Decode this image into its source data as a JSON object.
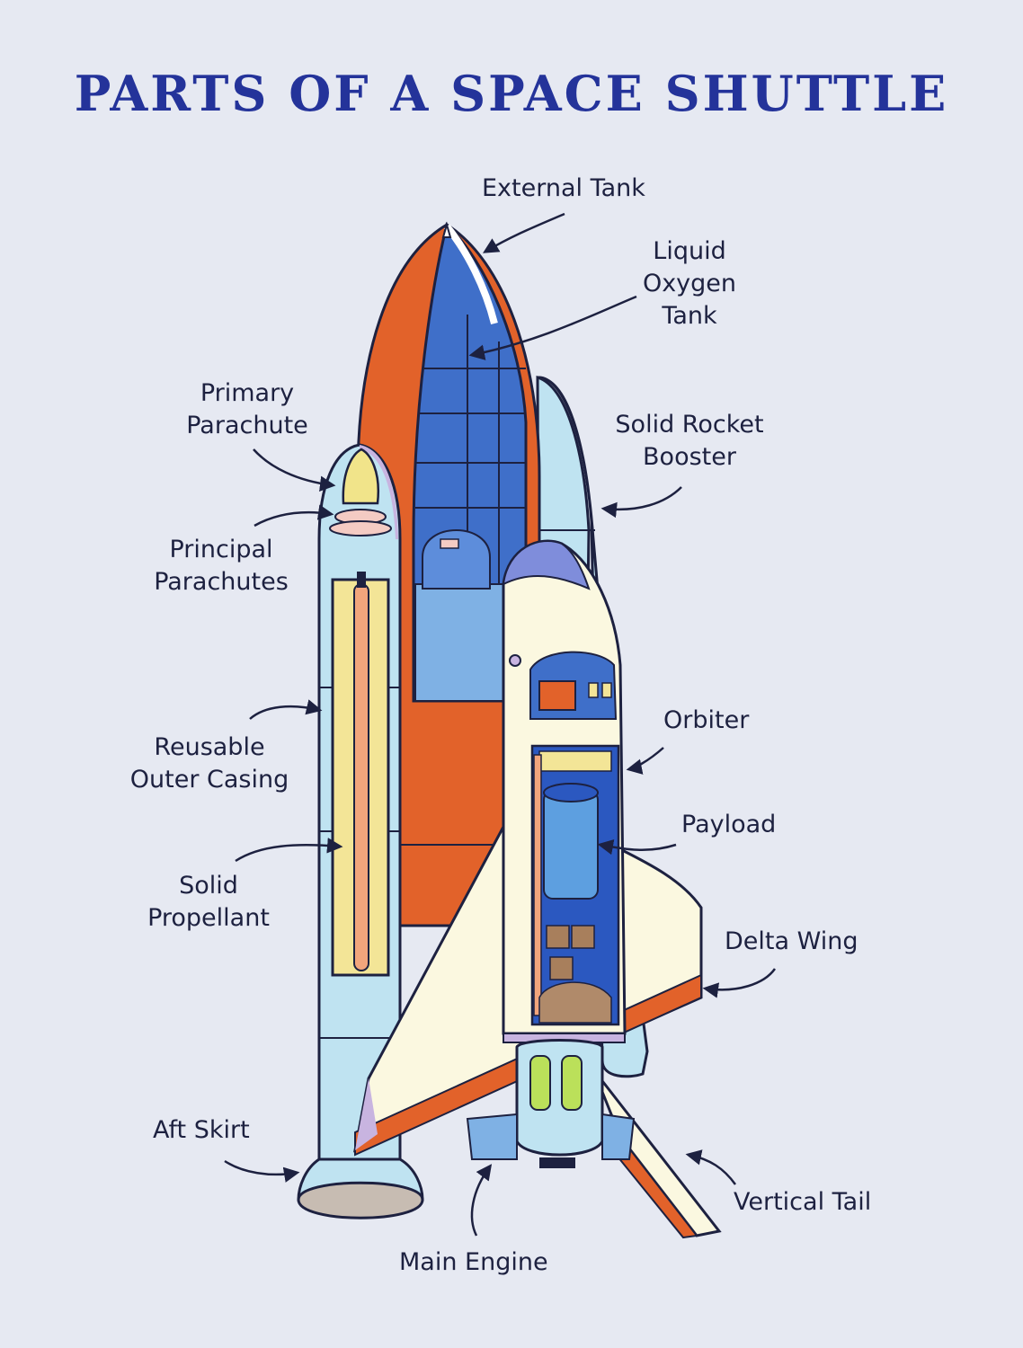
{
  "title": "PARTS OF A SPACE SHUTTLE",
  "colors": {
    "background": "#e6e9f2",
    "title": "#24339a",
    "orange": "#e2622a",
    "tank_blue": "#3f6fc9",
    "booster_blue": "#bfe3f1",
    "orbiter_cream": "#fbf8e0",
    "lavender": "#c8b4e0",
    "ink": "#1d2140"
  },
  "labels": {
    "external_tank": "External Tank",
    "liquid_oxygen_tank": [
      "Liquid",
      "Oxygen",
      "Tank"
    ],
    "solid_rocket_booster": [
      "Solid Rocket",
      "Booster"
    ],
    "primary_parachute": [
      "Primary",
      "Parachute"
    ],
    "principal_parachutes": [
      "Principal",
      "Parachutes"
    ],
    "reusable_outer_casing": [
      "Reusable",
      "Outer Casing"
    ],
    "solid_propellant": [
      "Solid",
      "Propellant"
    ],
    "orbiter": "Orbiter",
    "payload": "Payload",
    "delta_wing": "Delta Wing",
    "aft_skirt": "Aft Skirt",
    "vertical_tail": "Vertical Tail",
    "main_engine": "Main Engine"
  }
}
